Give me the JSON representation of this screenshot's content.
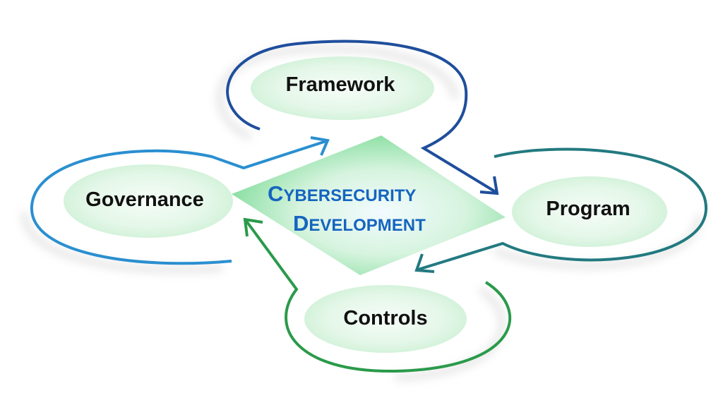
{
  "diagram": {
    "center": {
      "line1_initial": "C",
      "line1_rest": "YBERSECURITY",
      "line2_initial": "D",
      "line2_rest": "EVELOPMENT"
    },
    "nodes": [
      {
        "id": "framework",
        "label": "Framework"
      },
      {
        "id": "program",
        "label": "Program"
      },
      {
        "id": "controls",
        "label": "Controls"
      },
      {
        "id": "governance",
        "label": "Governance"
      }
    ],
    "edges": [
      {
        "from": "governance",
        "to": "framework"
      },
      {
        "from": "framework",
        "to": "program"
      },
      {
        "from": "program",
        "to": "controls"
      },
      {
        "from": "controls",
        "to": "governance"
      }
    ],
    "colors": {
      "text_center": "#1565c0",
      "framework_loop": "#1f4e9c",
      "governance_loop": "#2a8fd0",
      "program_loop": "#227a80",
      "controls_loop": "#2a9a4a",
      "node_fill": "#d8f3dc"
    }
  }
}
